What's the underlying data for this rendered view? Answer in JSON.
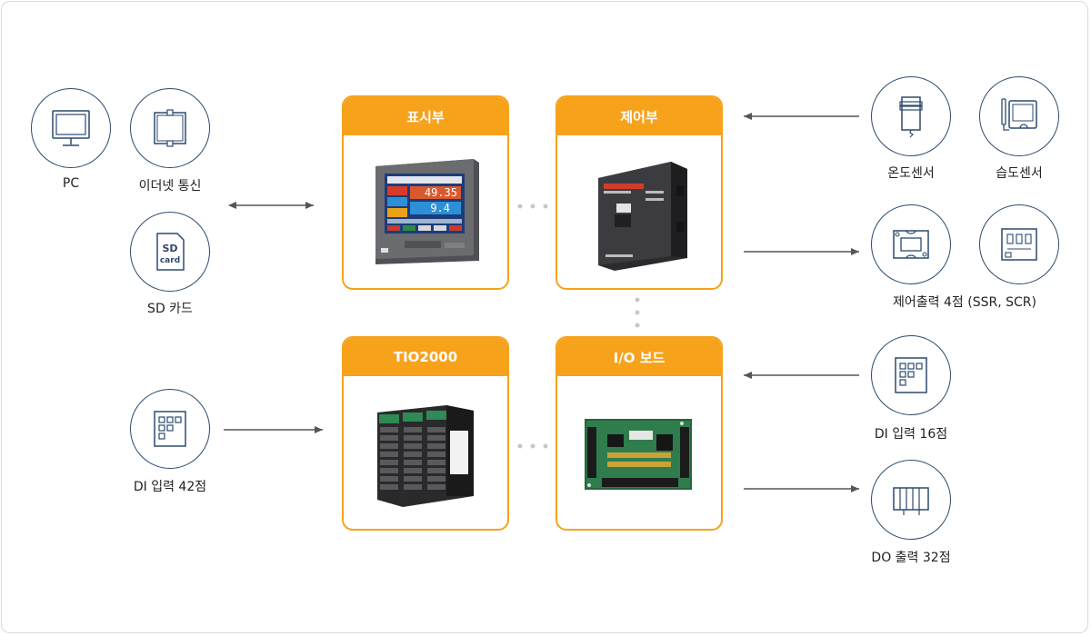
{
  "colors": {
    "accent": "#f7a21b",
    "icon_stroke": "#2c4a6e",
    "arrow": "#555555",
    "dots": "#c8c8c8"
  },
  "left": {
    "pc_label": "PC",
    "ethernet_label": "이더넷 통신",
    "sd_label": "SD 카드",
    "sd_icon_line1": "SD",
    "sd_icon_line2": "card",
    "di42_label": "DI 입력 42점"
  },
  "boxes": {
    "display": {
      "title": "표시부"
    },
    "control": {
      "title": "제어부"
    },
    "tio": {
      "title": "TIO2000"
    },
    "io": {
      "title": "I/O 보드"
    }
  },
  "display_screen": {
    "value1": "49.35",
    "value2": "9.4"
  },
  "right": {
    "temp_sensor_label": "온도센서",
    "humidity_sensor_label": "습도센서",
    "control_output_label": "제어출력 4점 (SSR, SCR)",
    "di16_label": "DI 입력 16점",
    "do32_label": "DO 출력 32점"
  },
  "icons": [
    "monitor-icon",
    "ethernet-icon",
    "sd-card-icon",
    "di-grid-icon",
    "temp-sensor-icon",
    "humidity-sensor-icon",
    "ssr-icon",
    "scr-icon",
    "do-relay-icon"
  ]
}
